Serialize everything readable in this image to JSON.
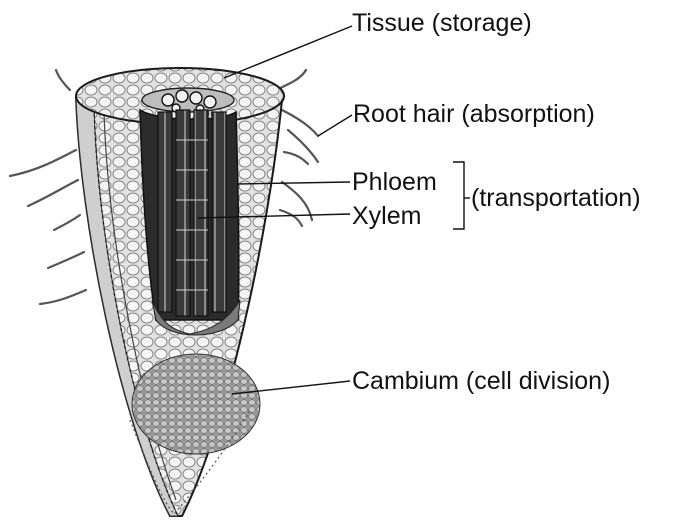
{
  "labels": {
    "tissue": "Tissue (storage)",
    "root_hair": "Root hair (absorption)",
    "phloem": "Phloem",
    "xylem": "Xylem",
    "transportation": "(transportation)",
    "cambium": "Cambium (cell division)"
  },
  "colors": {
    "outline": "#1a1a1a",
    "tissue_fill": "#d8d8d8",
    "vascular_dark": "#2a2a2a",
    "cap_fill": "#bdbdbd"
  }
}
